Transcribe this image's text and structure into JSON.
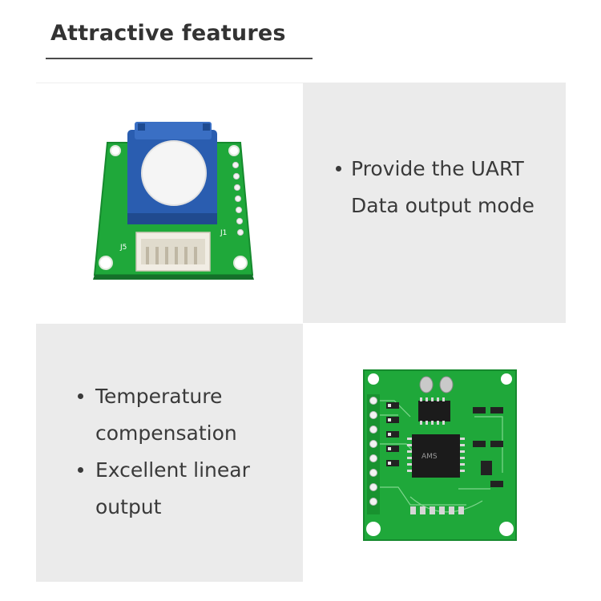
{
  "header": {
    "title": "Attractive features"
  },
  "features_top": {
    "items": [
      "Provide the UART Data output mode"
    ]
  },
  "features_bottom": {
    "items": [
      "Temperature compensation",
      "Excellent linear output"
    ]
  },
  "board1": {
    "label_j5": "J5",
    "label_j1": "J1"
  },
  "board2": {
    "chip_text": "AMS"
  },
  "colors": {
    "title": "#333333",
    "text": "#3a3a3a",
    "panel_gray": "#ebebeb",
    "pcb_green": "#1fa83a",
    "sensor_blue": "#2a5db0"
  }
}
